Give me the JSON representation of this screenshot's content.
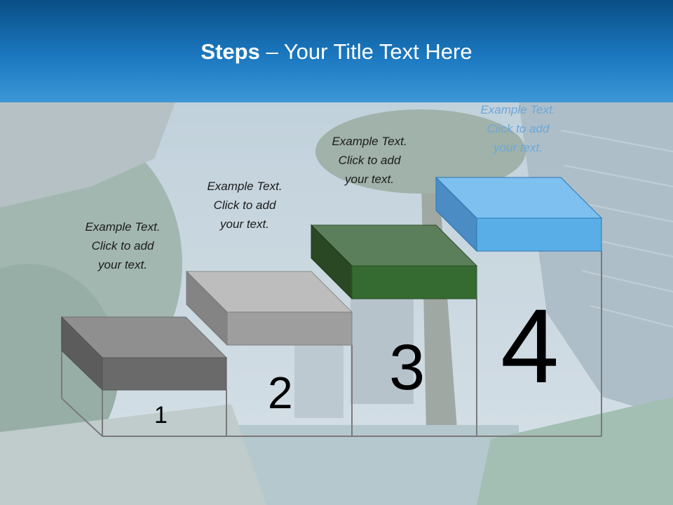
{
  "slide": {
    "title_bold": "Steps",
    "title_rest": " – Your Title Text Here"
  },
  "steps": [
    {
      "number": "1",
      "caption_line1": "Example Text.",
      "caption_line2": "Click  to add",
      "caption_line3": "your text.",
      "color": "#6a6a6a"
    },
    {
      "number": "2",
      "caption_line1": "Example Text.",
      "caption_line2": "Click  to add",
      "caption_line3": "your text.",
      "color": "#9e9e9e"
    },
    {
      "number": "3",
      "caption_line1": "Example Text.",
      "caption_line2": "Click  to add",
      "caption_line3": "your text.",
      "color": "#356a31"
    },
    {
      "number": "4",
      "caption_line1": "Example Text.",
      "caption_line2": "Click  to add",
      "caption_line3": "your text.",
      "color": "#5aaee8"
    }
  ],
  "colors": {
    "header": "#1b78c0",
    "title_text": "#ffffff"
  }
}
